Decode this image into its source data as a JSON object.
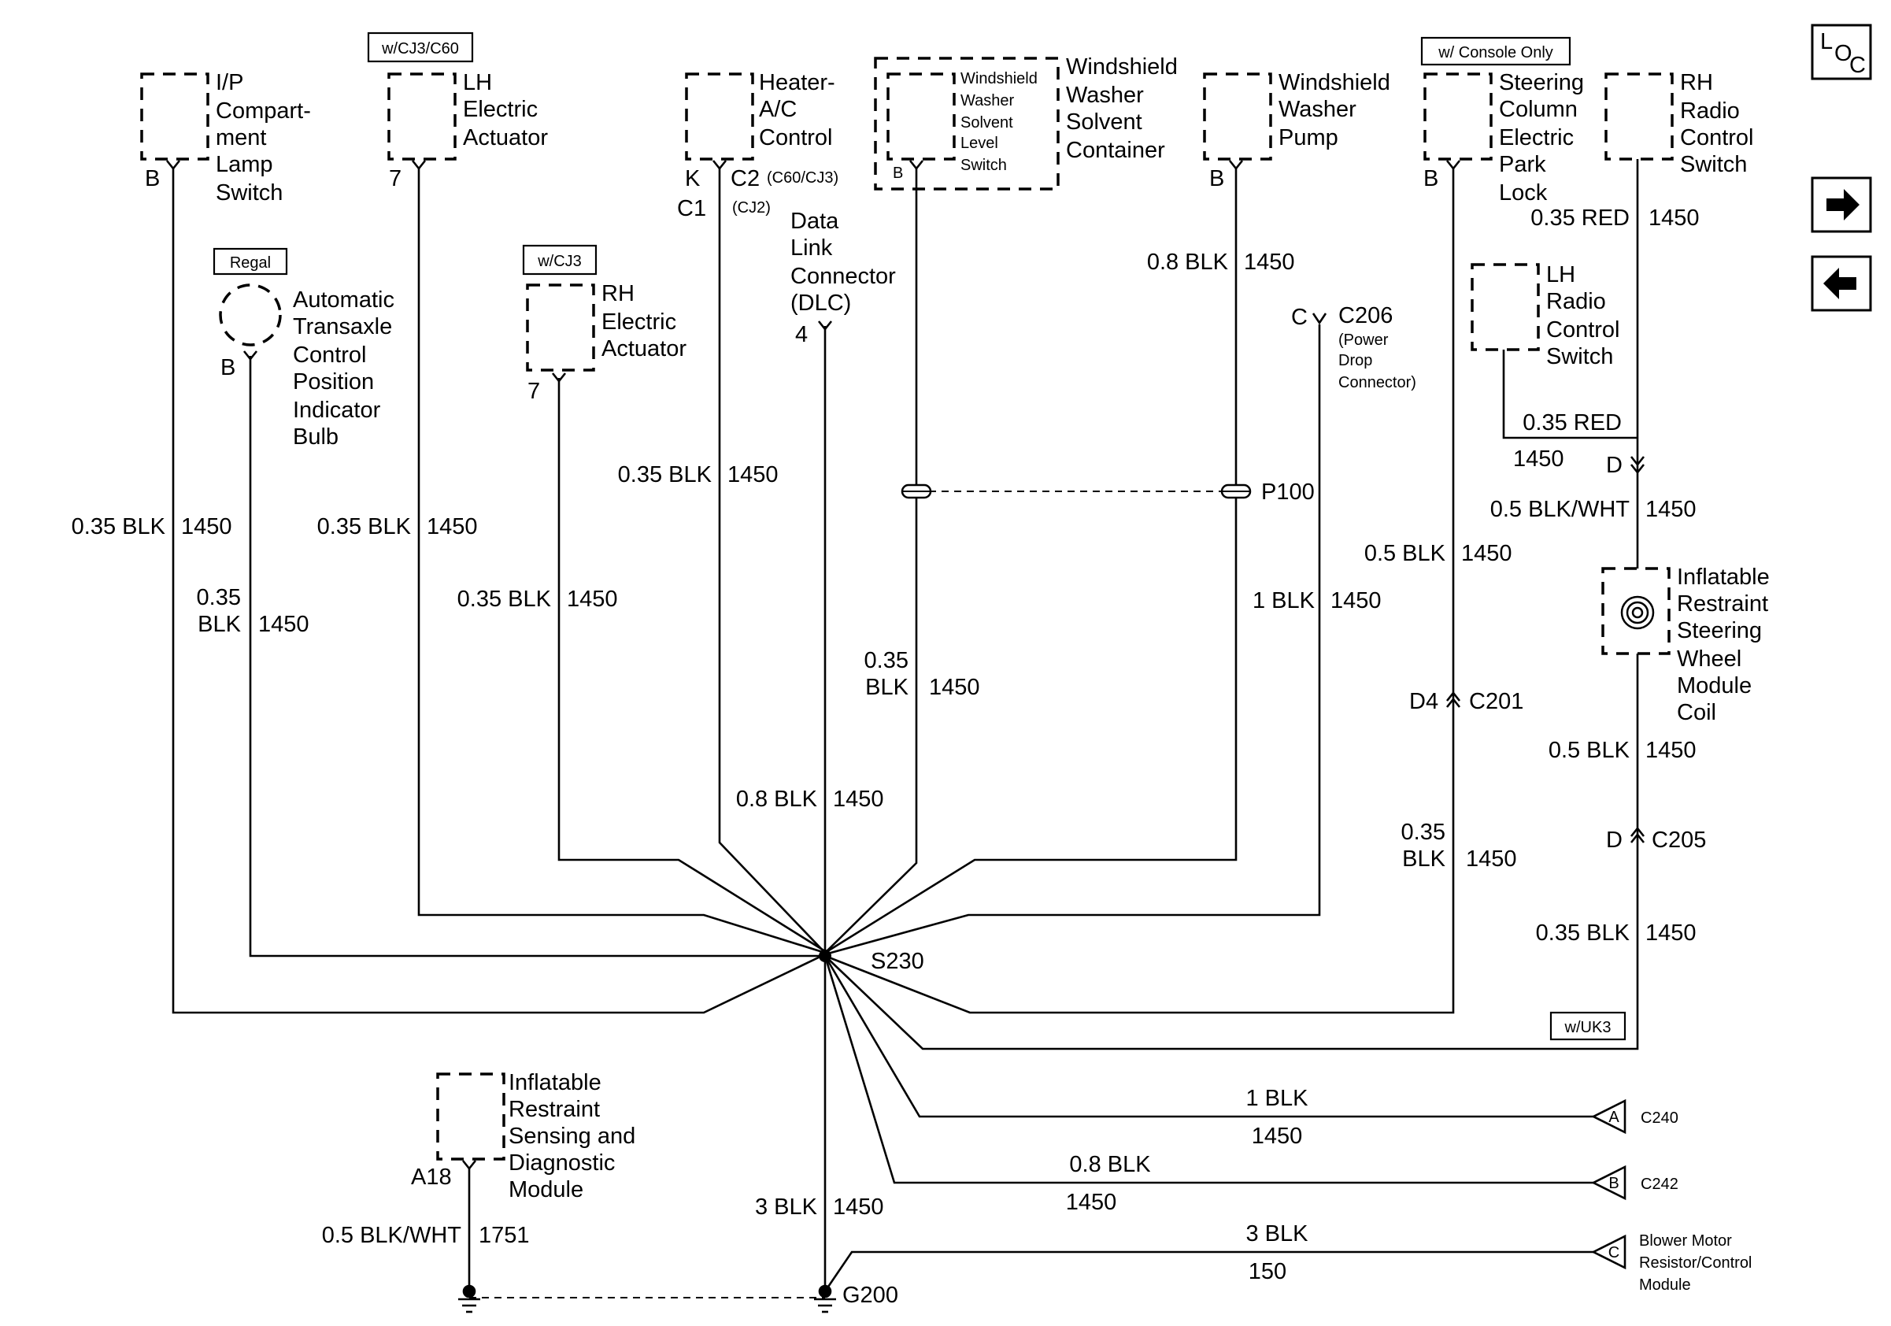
{
  "nav": {
    "loc_l": "L",
    "loc_o": "O",
    "loc_c": "C"
  },
  "options": {
    "cj3_c60": "w/CJ3/C60",
    "regal": "Regal",
    "cj3": "w/CJ3",
    "console_only": "w/ Console Only",
    "uk3": "w/UK3"
  },
  "components": {
    "ip_lamp": [
      "I/P",
      "Compart-",
      "ment",
      "Lamp",
      "Switch"
    ],
    "lh_actuator": [
      "LH",
      "Electric",
      "Actuator"
    ],
    "trans_bulb": [
      "Automatic",
      "Transaxle",
      "Control",
      "Position",
      "Indicator",
      "Bulb"
    ],
    "rh_actuator": [
      "RH",
      "Electric",
      "Actuator"
    ],
    "hvac": [
      "Heater-",
      "A/C",
      "Control"
    ],
    "dlc": [
      "Data",
      "Link",
      "Connector",
      "(DLC)"
    ],
    "washer_level_switch": [
      "Windshield",
      "Washer",
      "Solvent",
      "Level",
      "Switch"
    ],
    "washer_container": [
      "Windshield",
      "Washer",
      "Solvent",
      "Container"
    ],
    "washer_pump": [
      "Windshield",
      "Washer",
      "Pump"
    ],
    "c206": [
      "C206",
      "(Power",
      "Drop",
      "Connector)"
    ],
    "park_lock": [
      "Steering",
      "Column",
      "Electric",
      "Park",
      "Lock"
    ],
    "rh_radio": [
      "RH",
      "Radio",
      "Control",
      "Switch"
    ],
    "lh_radio": [
      "LH",
      "Radio",
      "Control",
      "Switch"
    ],
    "coil": [
      "Inflatable",
      "Restraint",
      "Steering",
      "Wheel",
      "Module",
      "Coil"
    ],
    "sdm": [
      "Inflatable",
      "Restraint",
      "Sensing and",
      "Diagnostic",
      "Module"
    ],
    "blower": [
      "Blower Motor",
      "Resistor/Control",
      "Module"
    ]
  },
  "pins": {
    "ip_b": "B",
    "lh_7": "7",
    "trans_b": "B",
    "rh_7": "7",
    "hvac_k": "K",
    "hvac_c1": "C1",
    "hvac_c2": "C2",
    "hvac_c2_note": "(C60/CJ3)",
    "hvac_cj2": "(CJ2)",
    "dlc_4": "4",
    "level_b": "B",
    "pump_b": "B",
    "c206_c": "C",
    "park_b": "B",
    "d_lh": "D",
    "c201_d4": "D4",
    "c205_d": "D",
    "sdm_a18": "A18",
    "c240_a": "A",
    "c242_b": "B",
    "blower_c": "C"
  },
  "connectors": {
    "p100": "P100",
    "s230": "S230",
    "g200": "G200",
    "c201": "C201",
    "c205": "C205",
    "c240": "C240",
    "c242": "C242"
  },
  "wires": {
    "ip_top": {
      "gauge": "0.35 BLK",
      "circuit": "1450"
    },
    "trans": {
      "gauge": [
        "0.35",
        "BLK"
      ],
      "circuit": "1450"
    },
    "lh": {
      "gauge": "0.35 BLK",
      "circuit": "1450"
    },
    "rh": {
      "gauge": "0.35 BLK",
      "circuit": "1450"
    },
    "hvac": {
      "gauge": "0.35 BLK",
      "circuit": "1450"
    },
    "dlc": {
      "gauge": "0.8 BLK",
      "circuit": "1450"
    },
    "level": {
      "gauge": [
        "0.35",
        "BLK"
      ],
      "circuit": "1450"
    },
    "pump_top": {
      "gauge": "0.8 BLK",
      "circuit": "1450"
    },
    "pump": {
      "gauge": "1 BLK",
      "circuit": "1450"
    },
    "park_top": {
      "gauge": "0.5 BLK",
      "circuit": "1450"
    },
    "park": {
      "gauge": [
        "0.35",
        "BLK"
      ],
      "circuit": "1450"
    },
    "rh_radio": {
      "gauge": "0.35 RED",
      "circuit": "1450"
    },
    "lh_radio": {
      "gauge": "0.35 RED",
      "circuit": "1450"
    },
    "coil_top": {
      "gauge": "0.5 BLK/WHT",
      "circuit": "1450"
    },
    "coil_bot": {
      "gauge": "0.5 BLK",
      "circuit": "1450"
    },
    "c205_bot": {
      "gauge": "0.35 BLK",
      "circuit": "1450"
    },
    "c240": {
      "gauge": "1 BLK",
      "circuit": "1450"
    },
    "c242": {
      "gauge": "0.8 BLK",
      "circuit": "1450"
    },
    "blower": {
      "gauge": "3 BLK",
      "circuit": "150"
    },
    "ground": {
      "gauge": "3 BLK",
      "circuit": "1450"
    },
    "sdm": {
      "gauge": "0.5 BLK/WHT",
      "circuit": "1751"
    }
  }
}
